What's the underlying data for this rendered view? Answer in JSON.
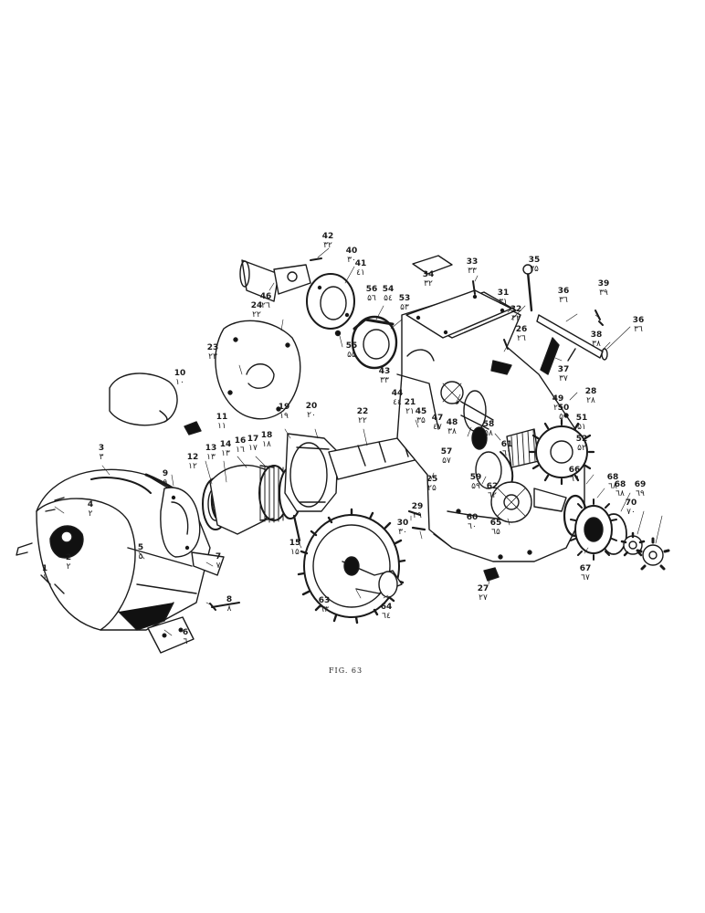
{
  "caption": "FIG. 63",
  "callouts": [
    {
      "w": "1",
      "a": "١"
    },
    {
      "w": "2",
      "a": "٢"
    },
    {
      "w": "3",
      "a": "٣"
    },
    {
      "w": "4",
      "a": "٢"
    },
    {
      "w": "5",
      "a": "۵"
    },
    {
      "w": "6",
      "a": "٦"
    },
    {
      "w": "7",
      "a": "٧"
    },
    {
      "w": "8",
      "a": "٨"
    },
    {
      "w": "9",
      "a": "٩"
    },
    {
      "w": "10",
      "a": "١٠"
    },
    {
      "w": "11",
      "a": "١١"
    },
    {
      "w": "12",
      "a": "١٢"
    },
    {
      "w": "13",
      "a": "١٣"
    },
    {
      "w": "14",
      "a": "١٣"
    },
    {
      "w": "15",
      "a": "١۵"
    },
    {
      "w": "16",
      "a": "١٦"
    },
    {
      "w": "17",
      "a": "١٧"
    },
    {
      "w": "18",
      "a": "١٨"
    },
    {
      "w": "19",
      "a": "١٩"
    },
    {
      "w": "20",
      "a": "٢٠"
    },
    {
      "w": "21",
      "a": "٢١"
    },
    {
      "w": "22",
      "a": "٢٢"
    },
    {
      "w": "23",
      "a": "٢٣"
    },
    {
      "w": "24",
      "a": "٢٢"
    },
    {
      "w": "25",
      "a": "٢۵"
    },
    {
      "w": "26",
      "a": "٢٦"
    },
    {
      "w": "27",
      "a": "٢٧"
    },
    {
      "w": "28",
      "a": "٢٨"
    },
    {
      "w": "29",
      "a": "٢٩"
    },
    {
      "w": "30",
      "a": "٣٠"
    },
    {
      "w": "31",
      "a": "٣١"
    },
    {
      "w": "32",
      "a": "٣٢"
    },
    {
      "w": "33",
      "a": "٣٣"
    },
    {
      "w": "34",
      "a": "٣٢"
    },
    {
      "w": "35",
      "a": "٣۵"
    },
    {
      "w": "36",
      "a": "٣٦"
    },
    {
      "w": "37",
      "a": "٣٧"
    },
    {
      "w": "38",
      "a": "٣٨"
    },
    {
      "w": "39",
      "a": "٣٩"
    },
    {
      "w": "36",
      "a": "٣٦"
    },
    {
      "w": "40",
      "a": "٣٠"
    },
    {
      "w": "41",
      "a": "٤١"
    },
    {
      "w": "42",
      "a": "٣٢"
    },
    {
      "w": "43",
      "a": "٣٣"
    },
    {
      "w": "44",
      "a": "٤٤"
    },
    {
      "w": "45",
      "a": "٣۵"
    },
    {
      "w": "46",
      "a": "٢٦"
    },
    {
      "w": "47",
      "a": "٤٧"
    },
    {
      "w": "48",
      "a": "٣٨"
    },
    {
      "w": "49",
      "a": "٢٩"
    },
    {
      "w": "50",
      "a": "۵٠"
    },
    {
      "w": "51",
      "a": "۵١"
    },
    {
      "w": "52",
      "a": "۵٢"
    },
    {
      "w": "53",
      "a": "۵٣"
    },
    {
      "w": "54",
      "a": "۵٤"
    },
    {
      "w": "55",
      "a": "۵۵"
    },
    {
      "w": "56",
      "a": "۵٦"
    },
    {
      "w": "57",
      "a": "۵٧"
    },
    {
      "w": "58",
      "a": "۵٨"
    },
    {
      "w": "59",
      "a": "۵٩"
    },
    {
      "w": "60",
      "a": "٦٠"
    },
    {
      "w": "61",
      "a": "٦١"
    },
    {
      "w": "62",
      "a": "٦٢"
    },
    {
      "w": "63",
      "a": "٦٣"
    },
    {
      "w": "64",
      "a": "٦٤"
    },
    {
      "w": "65",
      "a": "٦۵"
    },
    {
      "w": "66",
      "a": "٦٦"
    },
    {
      "w": "67",
      "a": "٦٧"
    },
    {
      "w": "68",
      "a": "٦٨"
    },
    {
      "w": "68",
      "a": "٦٨"
    },
    {
      "w": "69",
      "a": "٦٩"
    },
    {
      "w": "70",
      "a": "٧٠"
    }
  ]
}
